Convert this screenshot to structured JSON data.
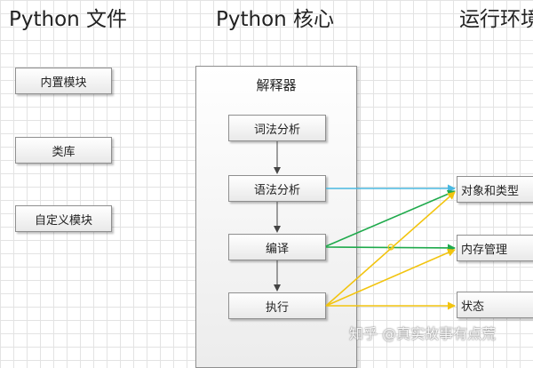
{
  "headings": {
    "python_files": "Python 文件",
    "python_core": "Python 核心",
    "runtime": "运行环境"
  },
  "python_files": [
    "内置模块",
    "类库",
    "自定义模块"
  ],
  "interpreter": {
    "label": "解释器",
    "steps": [
      "词法分析",
      "语法分析",
      "编译",
      "执行"
    ]
  },
  "runtime": [
    "对象和类型",
    "内存管理",
    "状态"
  ],
  "colors": {
    "blue_arrow": "#4ab9e0",
    "green_arrow": "#1faa4c",
    "yellow_arrow": "#f2c40f",
    "flow_arrow": "#444444"
  },
  "watermark": "知乎 @真实故事有点荒"
}
